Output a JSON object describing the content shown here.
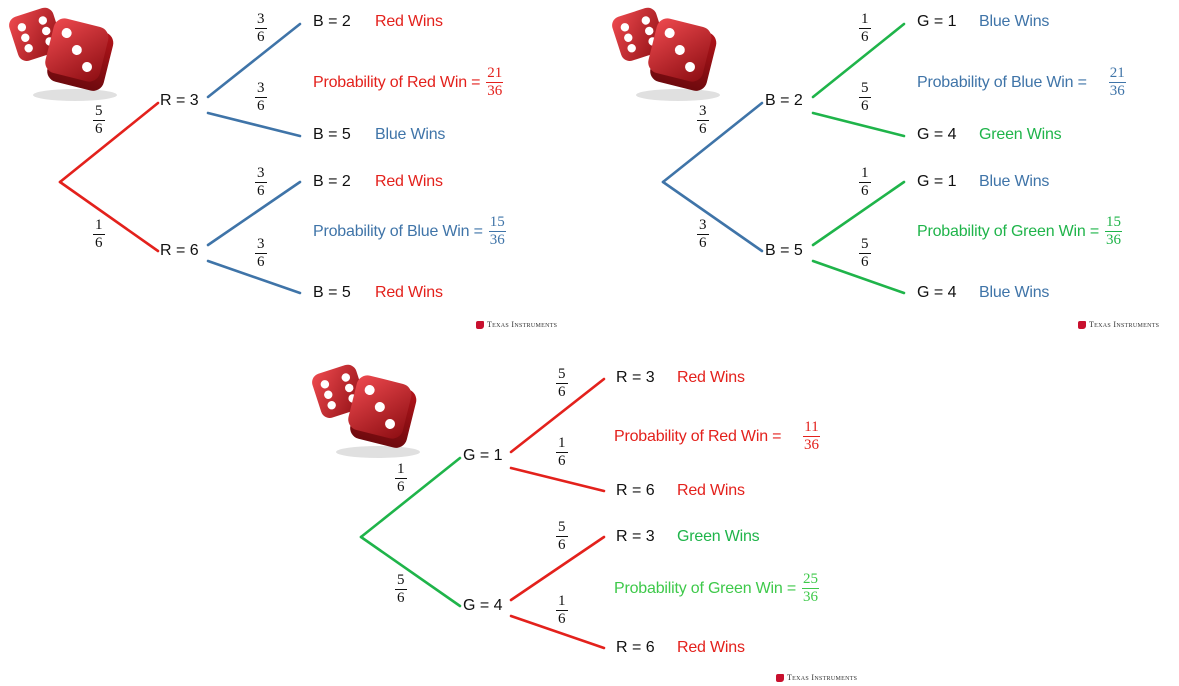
{
  "colors": {
    "red": "#e3211c",
    "blue": "#3f74a8",
    "green": "#1fb44a",
    "light_green": "#3ec94a",
    "black": "#111111",
    "dice": "#c4161c"
  },
  "logo_text": "Texas Instruments",
  "panels": [
    {
      "id": "red-vs-blue",
      "dice_icon": "dice-pair-icon",
      "root_edges": [
        {
          "label_num": "5",
          "label_den": "6",
          "color": "red"
        },
        {
          "label_num": "1",
          "label_den": "6",
          "color": "red"
        }
      ],
      "nodes": [
        "R = 3",
        "R = 6"
      ],
      "leaf_edges": [
        {
          "num": "3",
          "den": "6",
          "color": "blue"
        },
        {
          "num": "3",
          "den": "6",
          "color": "blue"
        },
        {
          "num": "3",
          "den": "6",
          "color": "blue"
        },
        {
          "num": "3",
          "den": "6",
          "color": "blue"
        }
      ],
      "leaves": [
        {
          "value": "B = 2",
          "outcome": "Red Wins",
          "outcome_color": "red"
        },
        {
          "value": "B = 5",
          "outcome": "Blue Wins",
          "outcome_color": "blue"
        },
        {
          "value": "B = 2",
          "outcome": "Red Wins",
          "outcome_color": "red"
        },
        {
          "value": "B = 5",
          "outcome": "Red Wins",
          "outcome_color": "red"
        }
      ],
      "probabilities": [
        {
          "text": "Probability of Red Win =",
          "num": "21",
          "den": "36",
          "color": "red"
        },
        {
          "text": "Probability of Blue Win =",
          "num": "15",
          "den": "36",
          "color": "blue"
        }
      ]
    },
    {
      "id": "blue-vs-green",
      "dice_icon": "dice-pair-icon",
      "root_edges": [
        {
          "label_num": "3",
          "label_den": "6",
          "color": "blue"
        },
        {
          "label_num": "3",
          "label_den": "6",
          "color": "blue"
        }
      ],
      "nodes": [
        "B = 2",
        "B = 5"
      ],
      "leaf_edges": [
        {
          "num": "1",
          "den": "6",
          "color": "green"
        },
        {
          "num": "5",
          "den": "6",
          "color": "green"
        },
        {
          "num": "1",
          "den": "6",
          "color": "green"
        },
        {
          "num": "5",
          "den": "6",
          "color": "green"
        }
      ],
      "leaves": [
        {
          "value": "G = 1",
          "outcome": "Blue Wins",
          "outcome_color": "blue"
        },
        {
          "value": "G = 4",
          "outcome": "Green Wins",
          "outcome_color": "green"
        },
        {
          "value": "G = 1",
          "outcome": "Blue Wins",
          "outcome_color": "blue"
        },
        {
          "value": "G = 4",
          "outcome": "Blue Wins",
          "outcome_color": "blue"
        }
      ],
      "probabilities": [
        {
          "text": "Probability of Blue Win =",
          "num": "21",
          "den": "36",
          "color": "blue"
        },
        {
          "text": "Probability of Green Win =",
          "num": "15",
          "den": "36",
          "color": "green"
        }
      ]
    },
    {
      "id": "green-vs-red",
      "dice_icon": "dice-pair-icon",
      "root_edges": [
        {
          "label_num": "1",
          "label_den": "6",
          "color": "green"
        },
        {
          "label_num": "5",
          "label_den": "6",
          "color": "green"
        }
      ],
      "nodes": [
        "G = 1",
        "G = 4"
      ],
      "leaf_edges": [
        {
          "num": "5",
          "den": "6",
          "color": "red"
        },
        {
          "num": "1",
          "den": "6",
          "color": "red"
        },
        {
          "num": "5",
          "den": "6",
          "color": "red"
        },
        {
          "num": "1",
          "den": "6",
          "color": "red"
        }
      ],
      "leaves": [
        {
          "value": "R = 3",
          "outcome": "Red Wins",
          "outcome_color": "red"
        },
        {
          "value": "R = 6",
          "outcome": "Red Wins",
          "outcome_color": "red"
        },
        {
          "value": "R = 3",
          "outcome": "Green Wins",
          "outcome_color": "green"
        },
        {
          "value": "R = 6",
          "outcome": "Red Wins",
          "outcome_color": "red"
        }
      ],
      "probabilities": [
        {
          "text": "Probability of Red Win =",
          "num": "11",
          "den": "36",
          "color": "red"
        },
        {
          "text": "Probability of Green Win =",
          "num": "25",
          "den": "36",
          "color": "light_green"
        }
      ]
    }
  ]
}
